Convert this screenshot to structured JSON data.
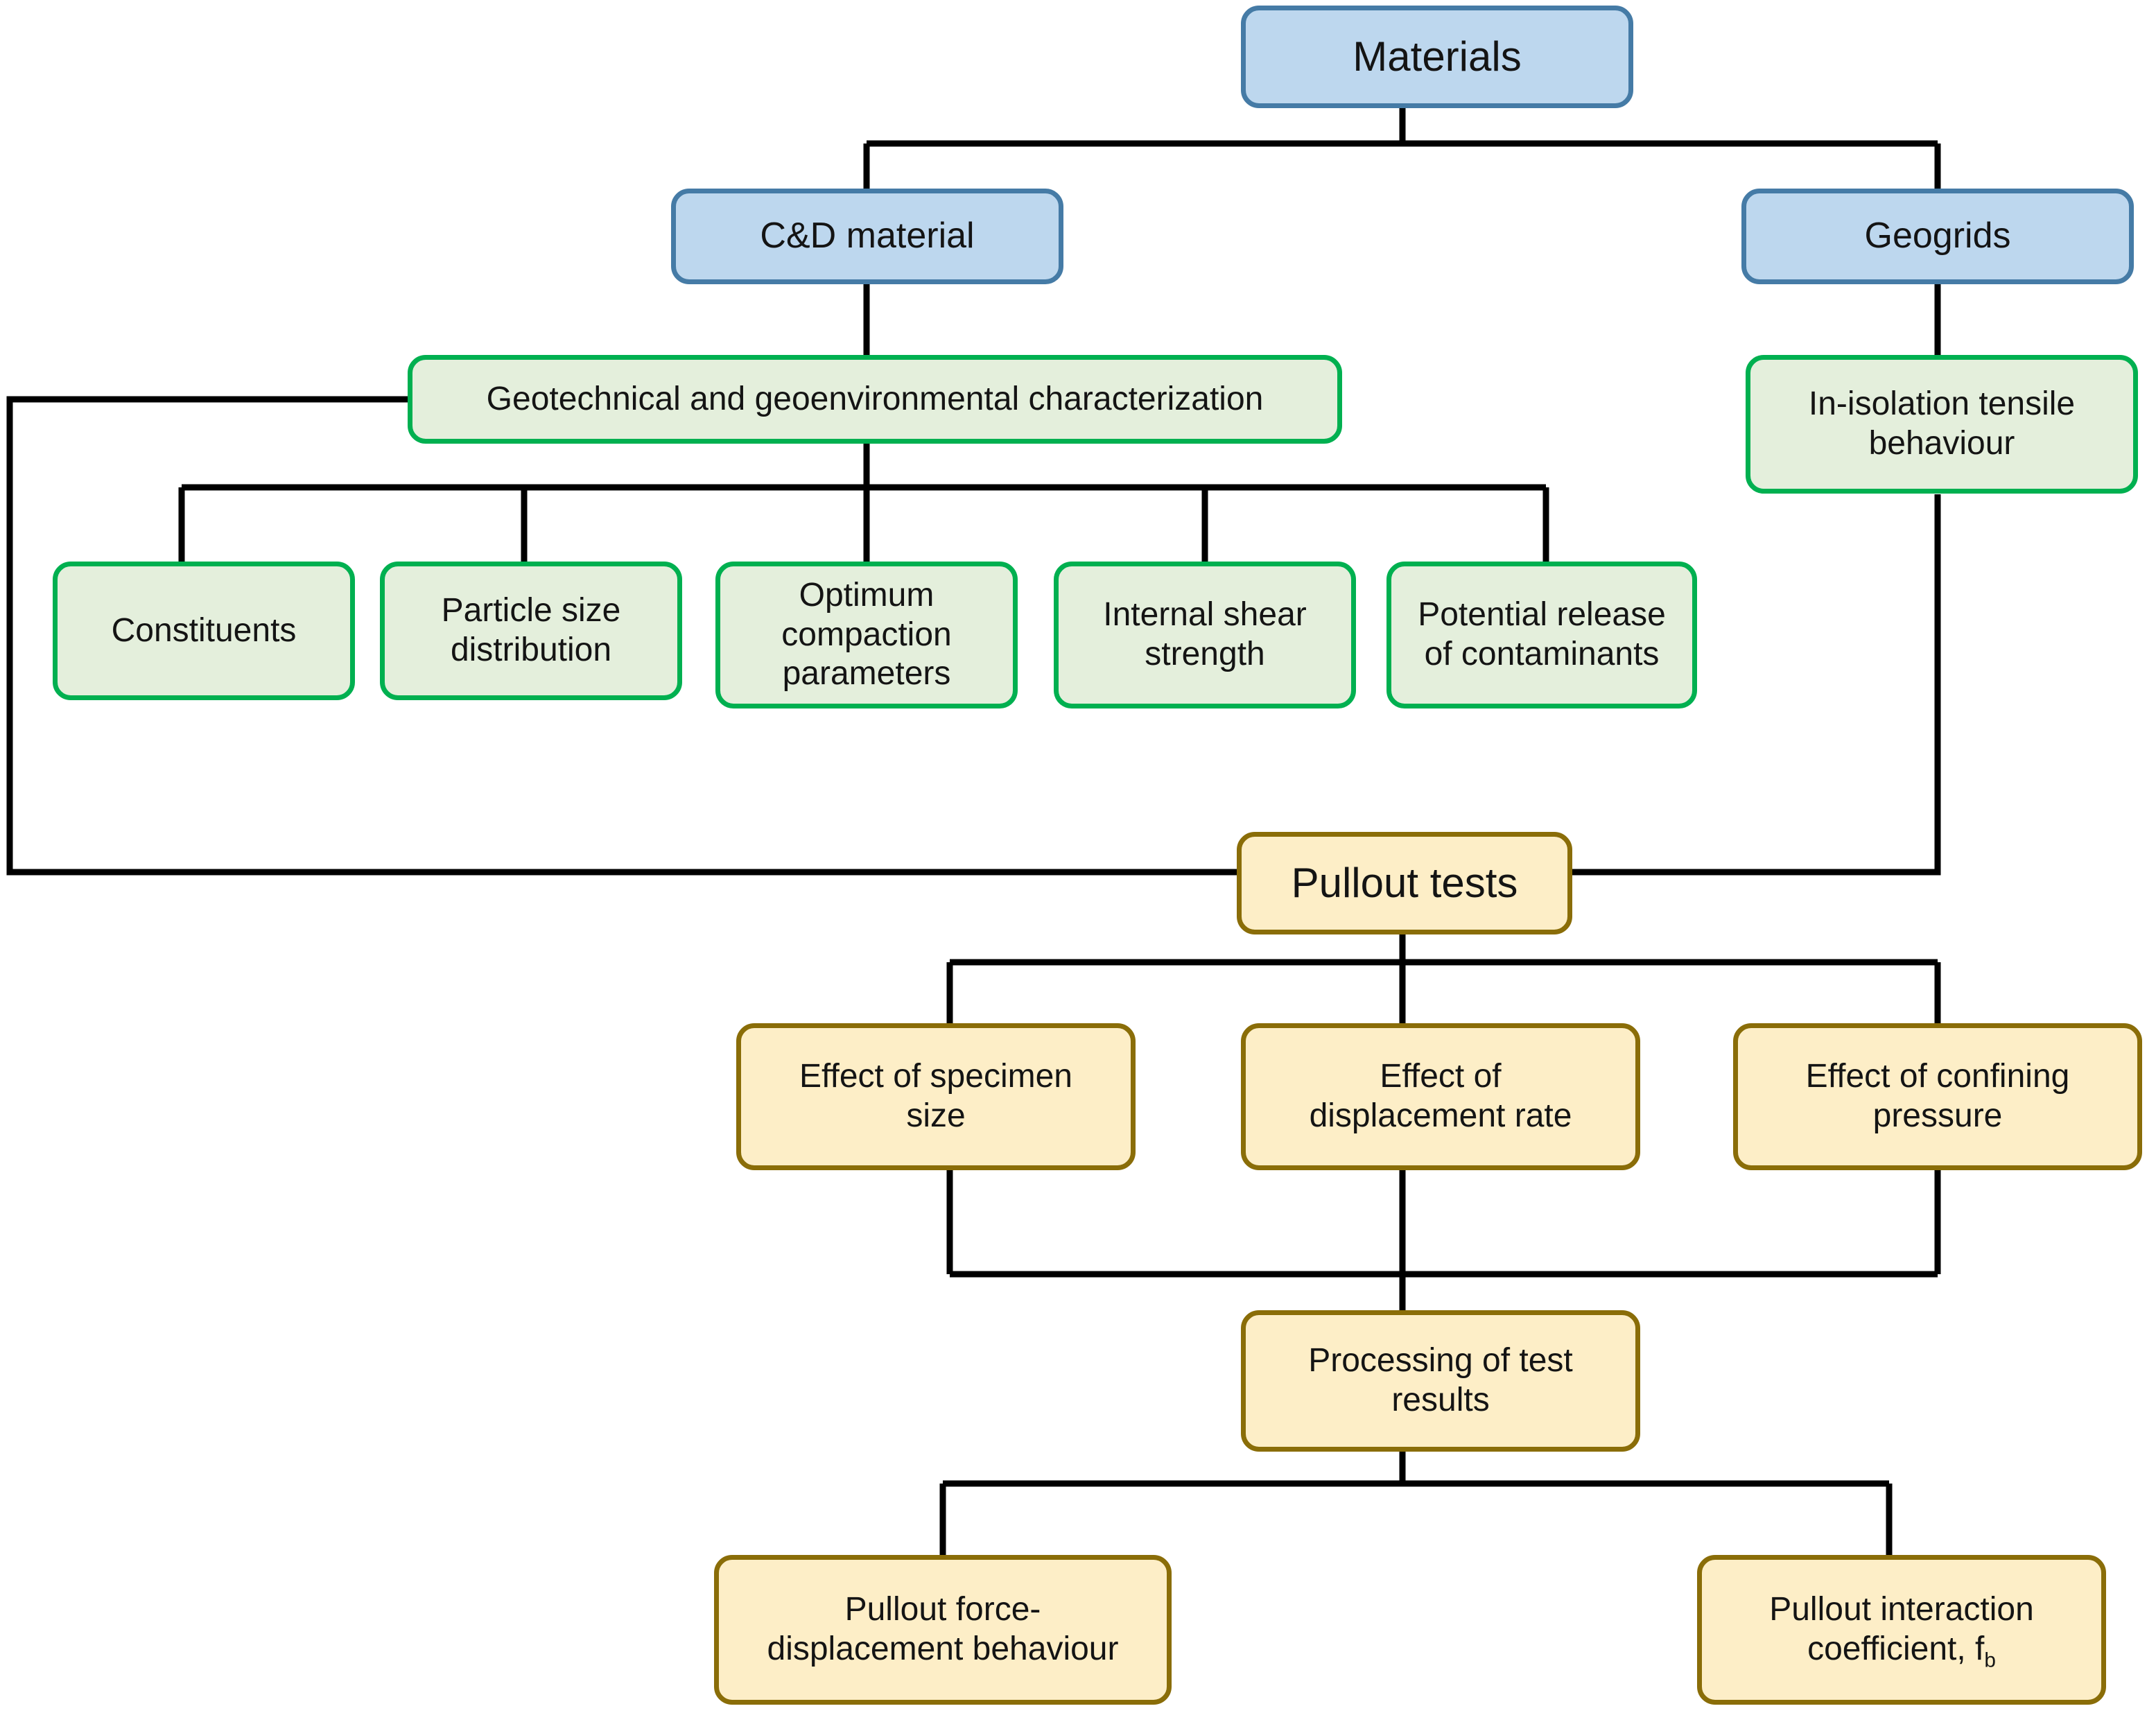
{
  "diagram": {
    "title": "Materials research flowchart",
    "colors": {
      "blue_fill": "#bdd7ee",
      "blue_border": "#457ba6",
      "green_fill": "#e4efdc",
      "green_border": "#00b050",
      "yellow_fill": "#fdeec7",
      "yellow_border": "#8a6d08",
      "connector": "#000000",
      "text": "#141414"
    }
  },
  "nodes": {
    "materials": "Materials",
    "cd_material": "C&D material",
    "geogrids": "Geogrids",
    "characterization": "Geotechnical and geoenvironmental characterization",
    "in_isolation": "In-isolation tensile\nbehaviour",
    "constituents": "Constituents",
    "particle_size": "Particle size\ndistribution",
    "optimum_compaction": "Optimum\ncompaction\nparameters",
    "internal_shear": "Internal shear\nstrength",
    "potential_release": "Potential release\nof contaminants",
    "pullout_tests": "Pullout tests",
    "effect_specimen_size": "Effect of specimen\nsize",
    "effect_displacement_rate": "Effect of\ndisplacement rate",
    "effect_confining_pressure": "Effect of confining\npressure",
    "processing_results": "Processing of test\nresults",
    "force_displacement": "Pullout force-\ndisplacement behaviour",
    "interaction_coefficient_pre": "Pullout interaction\ncoefficient, f",
    "interaction_coefficient_sub": "b"
  }
}
